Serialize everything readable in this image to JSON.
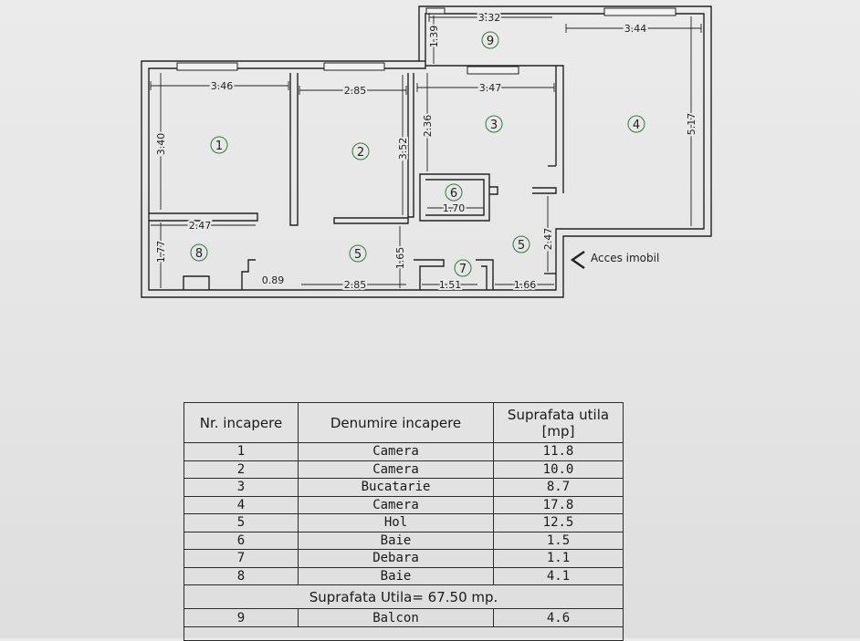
{
  "plan": {
    "dimensions": {
      "d346": "3.46",
      "d285_top": "2.85",
      "d347": "3.47",
      "d332": "3.32",
      "d344": "3.44",
      "d139": "1.39",
      "d340": "3.40",
      "d352": "3.52",
      "d236": "2.36",
      "d517": "5.17",
      "d170": "1.70",
      "d247_h": "2.47",
      "d177": "1.77",
      "d165": "1.65",
      "d247_v": "2.47",
      "d089": "0.89",
      "d285_bot": "2.85",
      "d151": "1.51",
      "d166": "1.66"
    },
    "room_markers": {
      "r1": "1",
      "r2": "2",
      "r3": "3",
      "r4": "4",
      "r5a": "5",
      "r5b": "5",
      "r6": "6",
      "r7": "7",
      "r8": "8",
      "r9": "9"
    },
    "access_label": "Acces imobil"
  },
  "table": {
    "headers": [
      "Nr. incapere",
      "Denumire incapere",
      "Suprafata utila",
      "[mp]"
    ],
    "rows": [
      {
        "nr": "1",
        "name": "Camera",
        "area": "11.8"
      },
      {
        "nr": "2",
        "name": "Camera",
        "area": "10.0"
      },
      {
        "nr": "3",
        "name": "Bucatarie",
        "area": "8.7"
      },
      {
        "nr": "4",
        "name": "Camera",
        "area": "17.8"
      },
      {
        "nr": "5",
        "name": "Hol",
        "area": "12.5"
      },
      {
        "nr": "6",
        "name": "Baie",
        "area": "1.5"
      },
      {
        "nr": "7",
        "name": "Debara",
        "area": "1.1"
      },
      {
        "nr": "8",
        "name": "Baie",
        "area": "4.1"
      }
    ],
    "total_label": "Suprafata Utila= 67.50 mp.",
    "balcony": {
      "nr": "9",
      "name": "Balcon",
      "area": "4.6"
    }
  }
}
